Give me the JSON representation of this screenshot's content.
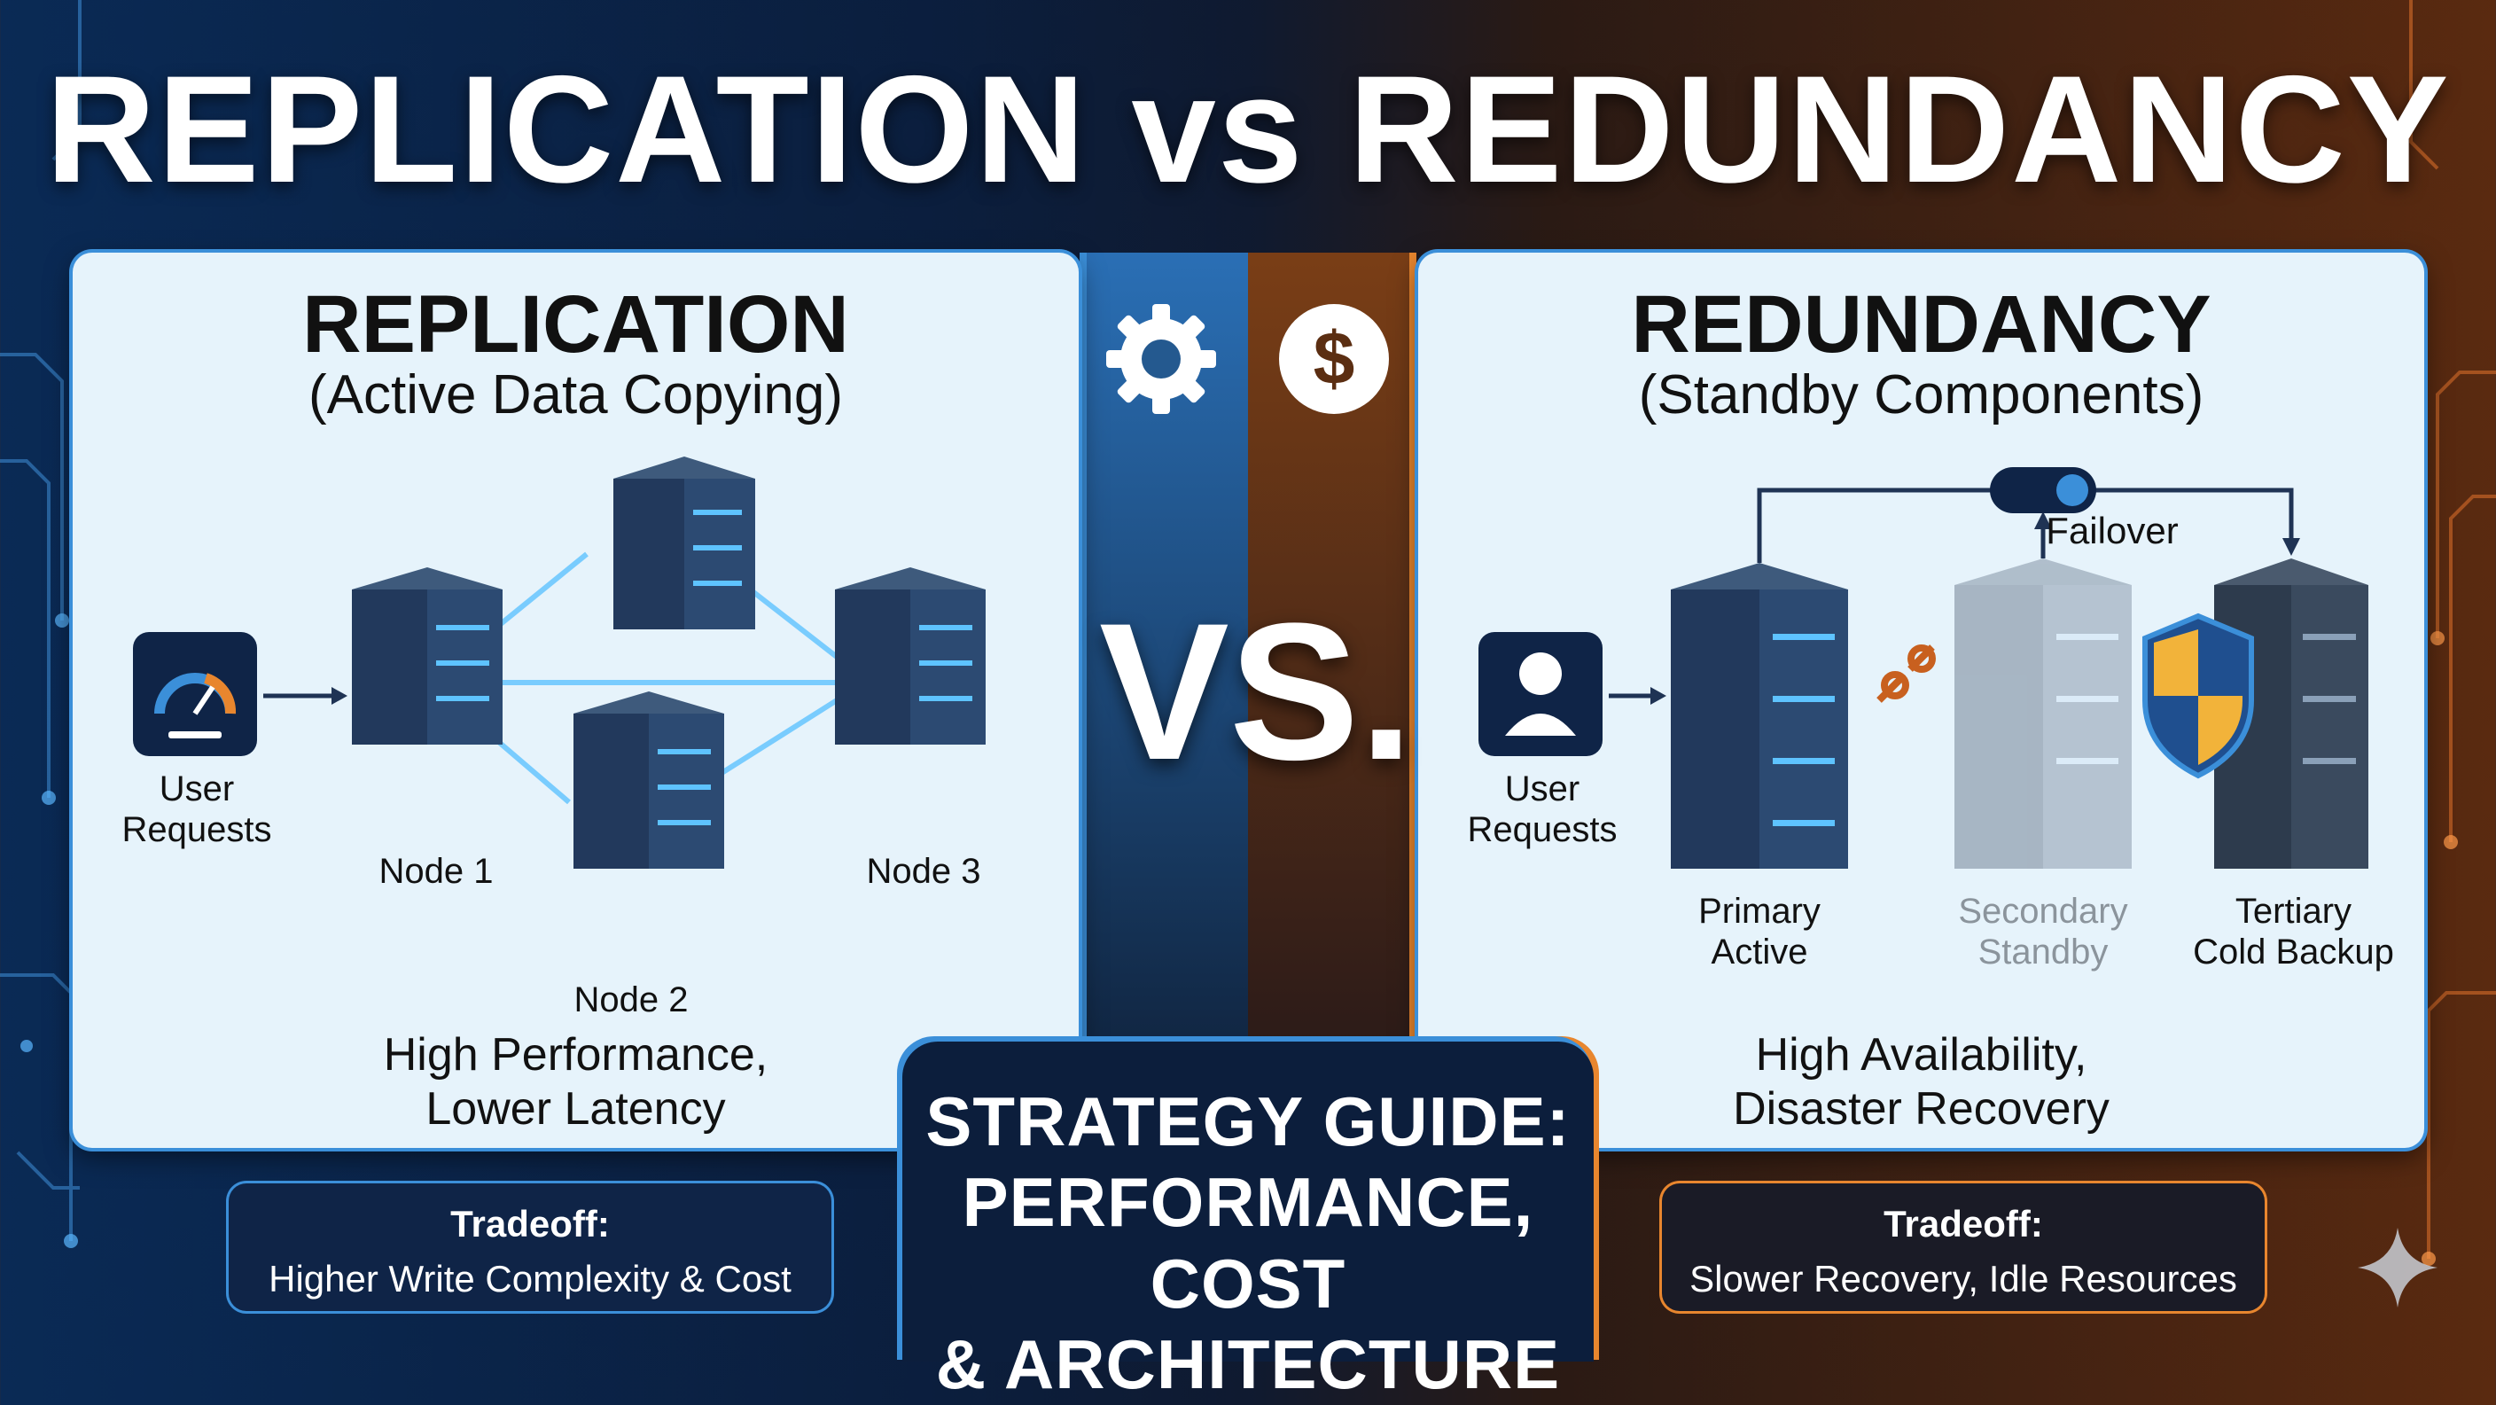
{
  "title": "REPLICATION vs REDUNDANCY",
  "vs_text": "VS.",
  "left": {
    "heading": "REPLICATION",
    "subheading": "(Active Data Copying)",
    "user_label_1": "User",
    "user_label_2": "Requests",
    "node1": "Node 1",
    "node2": "Node 2",
    "node3": "Node 3",
    "conclusion_1": "High Performance,",
    "conclusion_2": "Lower Latency",
    "tradeoff_title": "Tradeoff:",
    "tradeoff_text": "Higher Write Complexity & Cost"
  },
  "right": {
    "heading": "REDUNDANCY",
    "subheading": "(Standby Components)",
    "failover": "Failover",
    "user_label_1": "User",
    "user_label_2": "Requests",
    "primary_1": "Primary",
    "primary_2": "Active",
    "secondary_1": "Secondary",
    "secondary_2": "Standby",
    "tertiary_1": "Tertiary",
    "tertiary_2": "Cold Backup",
    "conclusion_1": "High Availability,",
    "conclusion_2": "Disaster Recovery",
    "tradeoff_title": "Tradeoff:",
    "tradeoff_text": "Slower Recovery, Idle Resources"
  },
  "strategy": {
    "line1": "STRATEGY GUIDE:",
    "line2": "PERFORMANCE, COST",
    "line3": "& ARCHITECTURE"
  },
  "icons": {
    "center_left": "gear-icon",
    "center_right": "dollar-icon",
    "gauge": "speedometer-icon",
    "user": "user-icon",
    "link": "broken-link-icon",
    "shield": "shield-icon",
    "toggle": "toggle-switch-icon",
    "sparkle": "sparkle-icon"
  },
  "colors": {
    "accent_blue": "#3b8fd9",
    "accent_orange": "#e8862e",
    "panel_bg": "#e6f3fb",
    "navy": "#0f2447"
  }
}
